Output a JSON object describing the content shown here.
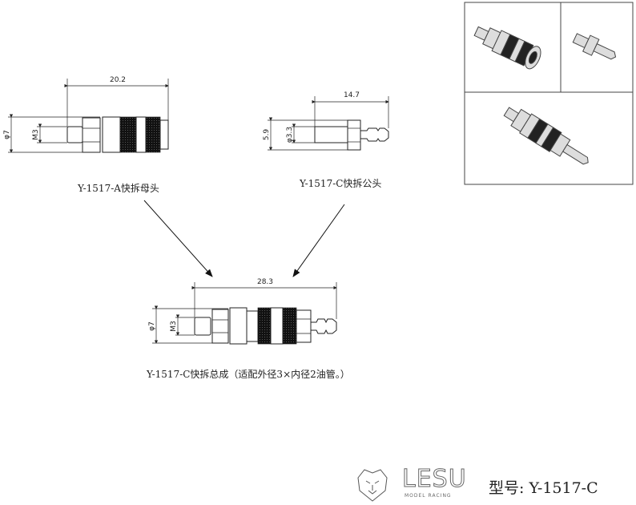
{
  "part_a": {
    "label": "Y-1517-A快拆母头",
    "length": "20.2",
    "outer_dia": "φ7",
    "thread": "M3"
  },
  "part_c": {
    "label": "Y-1517-C快拆公头",
    "length": "14.7",
    "outer_dia": "5.9",
    "inner_dia": "φ3.3"
  },
  "assembly": {
    "label": "Y-1517-C快拆总成（适配外径3×内径2油管。）",
    "length": "28.3",
    "outer_dia": "φ7",
    "thread": "M3"
  },
  "brand": {
    "name": "LESU",
    "tagline": "MODEL RACING"
  },
  "model": {
    "label": "型号: Y-1517-C"
  }
}
